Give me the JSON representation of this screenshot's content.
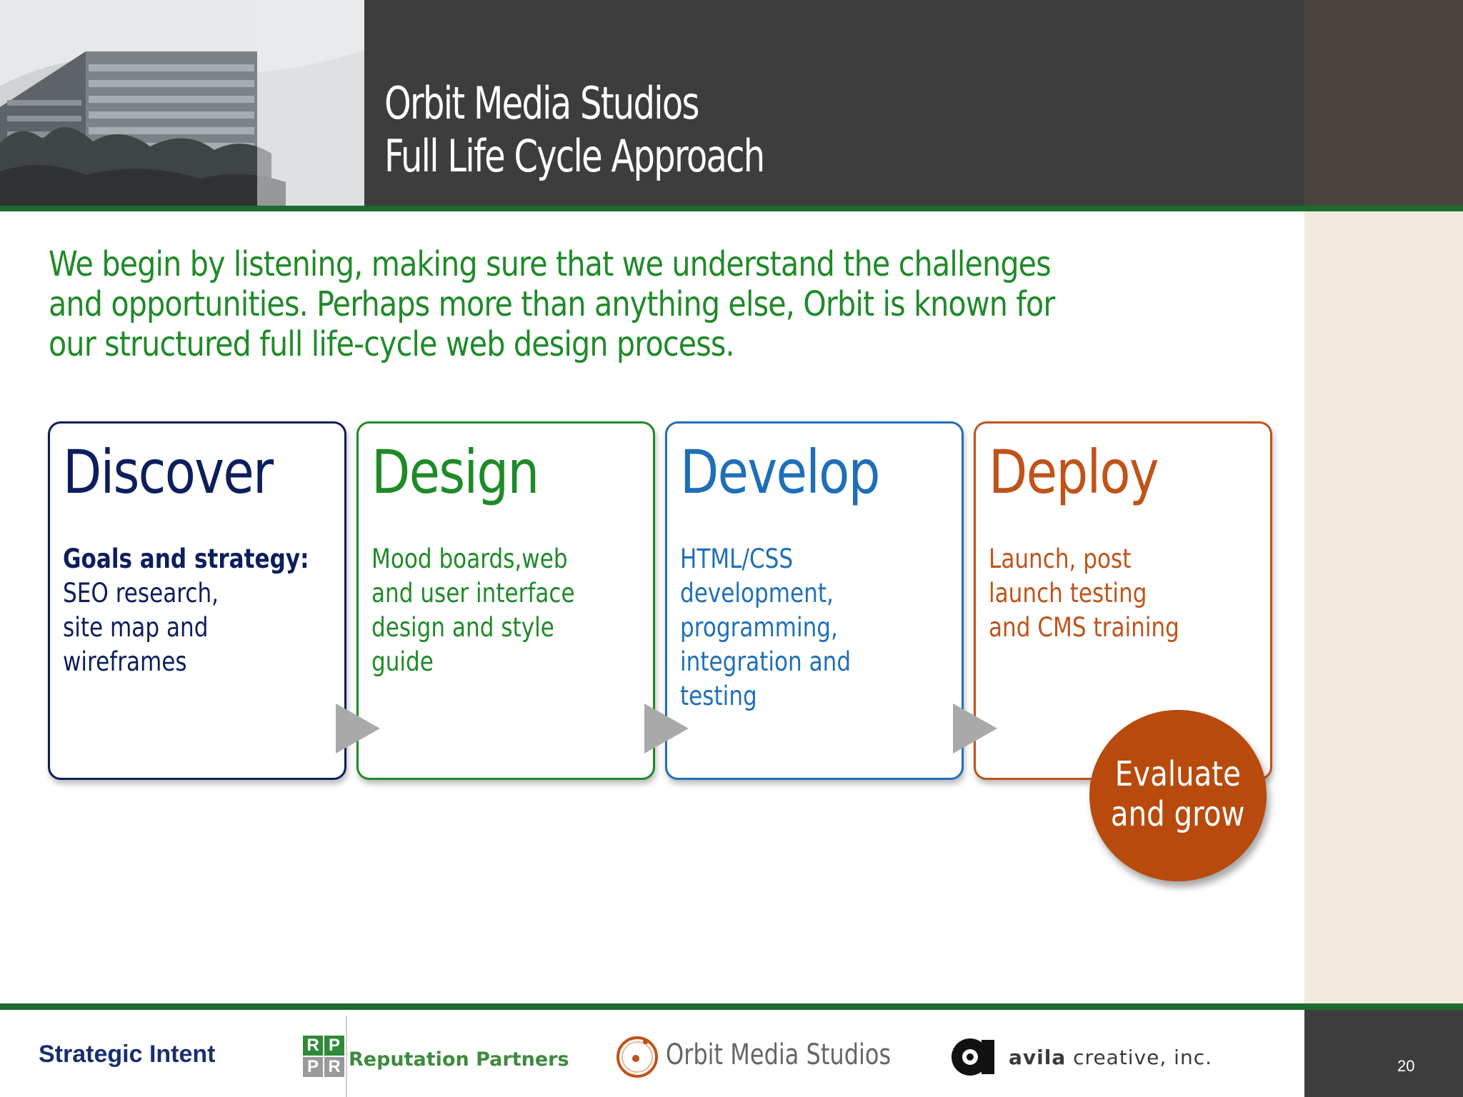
{
  "header": {
    "title_line1": "Orbit Media Studios",
    "title_line2": "Full Life Cycle Approach"
  },
  "intro": {
    "text": "We begin by listening, making sure that we understand the challenges and opportunities. Perhaps more than anything else, Orbit is known for our structured full life-cycle web design process."
  },
  "stages": [
    {
      "title": "Discover",
      "body_bold": "Goals and strategy:",
      "body": "SEO research, site map and wireframes",
      "color": "#0d1e5e"
    },
    {
      "title": "Design",
      "body": "Mood boards,web and user interface design and style guide",
      "color": "#1f8a28"
    },
    {
      "title": "Develop",
      "body": "HTML/CSS development, programming, integration and testing",
      "color": "#1f6fb8"
    },
    {
      "title": "Deploy",
      "body": "Launch, post launch testing and CMS training",
      "color": "#c0531a"
    }
  ],
  "evaluate": {
    "line1": "Evaluate",
    "line2": "and grow",
    "color": "#b84a0d"
  },
  "footer": {
    "strategic_intent": "Strategic Intent",
    "reputation_partners": "Reputation Partners",
    "rp_mark": [
      "R",
      "P",
      "P",
      "R"
    ],
    "orbit_media_studios": "Orbit Media Studios",
    "avila_bold": "avila",
    "avila_rest": " creative, inc.",
    "page_number": "20"
  },
  "colors": {
    "header_bg": "#3d3d3d",
    "rule_green": "#1d6b2e",
    "intro_green": "#1f8a28",
    "sidebar": "#f3e9df"
  },
  "icons": {
    "stage_arrow": "play-arrow-icon",
    "orbit_logo": "orbit-circle-icon",
    "avila_logo": "avila-a-icon"
  }
}
